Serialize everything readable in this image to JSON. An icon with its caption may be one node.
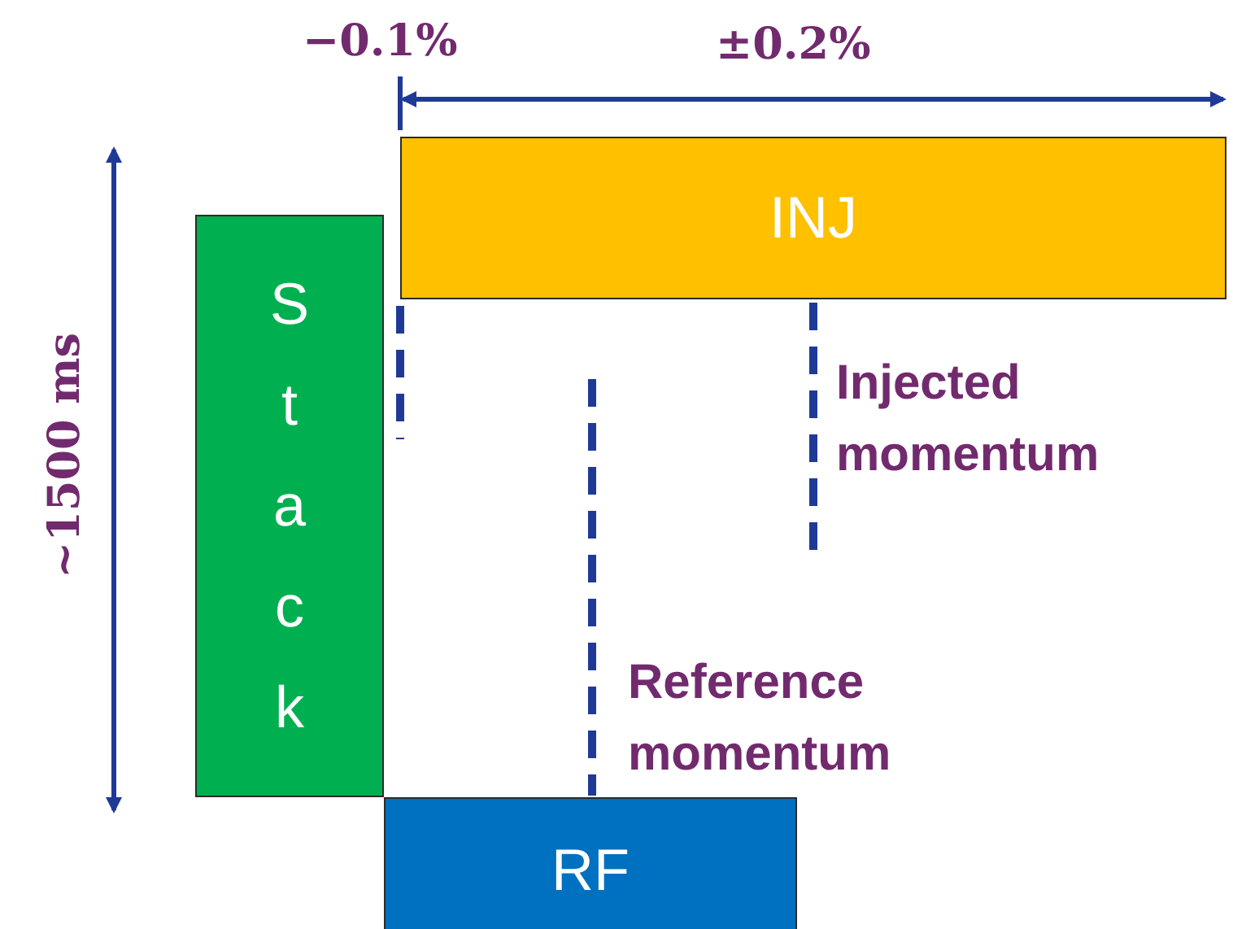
{
  "diagram": {
    "nodes": [
      {
        "text": [
          "Stack"
        ]
      },
      {
        "text": [
          "INJ"
        ]
      },
      {
        "text": [
          "RF"
        ]
      }
    ],
    "labels": [
      "−0.1%",
      "±0.2%",
      "~1500 ms",
      "Injected momentum",
      "Reference momentum"
    ]
  }
}
